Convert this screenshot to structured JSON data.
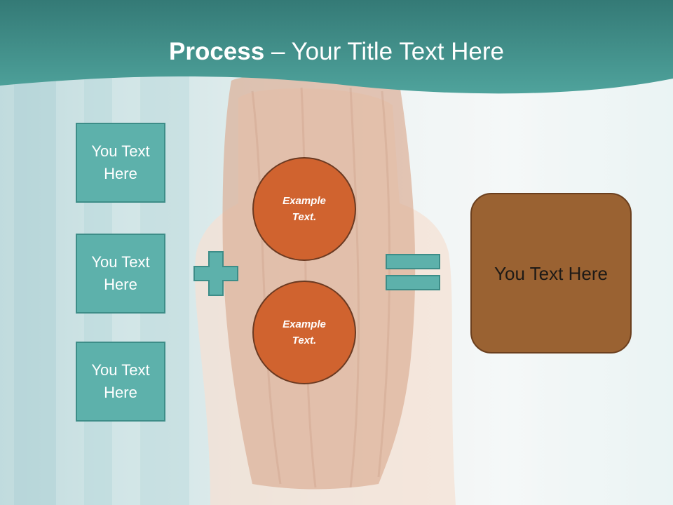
{
  "slide": {
    "title_bold": "Process",
    "title_rest": " – Your Title Text Here",
    "left_boxes": [
      {
        "label": "You Text Here"
      },
      {
        "label": "You Text Here"
      },
      {
        "label": "You Text Here"
      }
    ],
    "circles": [
      {
        "label": "Example Text."
      },
      {
        "label": "Example Text."
      }
    ],
    "result": {
      "label": "You Text Here"
    },
    "colors": {
      "header_teal": "#3d8f8c",
      "box_teal": "#5db1ab",
      "circle_orange": "#d0632f",
      "result_brown": "#9a6232"
    },
    "icons": {
      "operator_plus": "plus-icon",
      "operator_equals": "equals-icon"
    }
  }
}
